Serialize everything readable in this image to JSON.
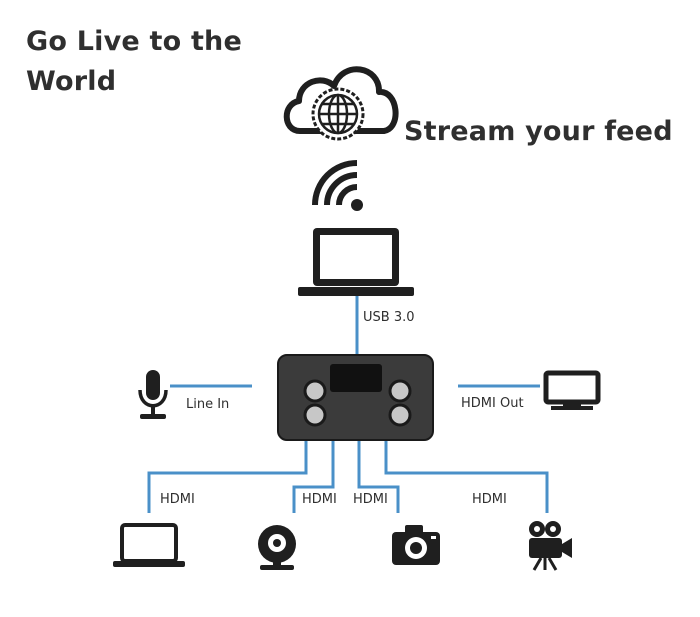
{
  "title": {
    "line1": "Go Live to the",
    "line2": "World"
  },
  "subtitle": "Stream your feed",
  "labels": {
    "usb": "USB 3.0",
    "line_in": "Line In",
    "hdmi_out": "HDMI Out",
    "hdmi_1": "HDMI",
    "hdmi_2": "HDMI",
    "hdmi_3": "HDMI",
    "hdmi_4": "HDMI"
  },
  "icons": {
    "cloud": "cloud-globe-icon",
    "wifi": "wifi-icon",
    "laptop": "laptop-icon",
    "device": "capture-device-icon",
    "microphone": "microphone-icon",
    "monitor": "monitor-icon",
    "laptop_source": "laptop-icon",
    "webcam": "webcam-icon",
    "camera": "photo-camera-icon",
    "camcorder": "video-camera-icon"
  },
  "colors": {
    "connector": "#4a90c8",
    "icon": "#1f1f1f",
    "device_body": "#3b3b3b",
    "device_button": "#c7c7c7",
    "text": "#2f2f2f"
  }
}
